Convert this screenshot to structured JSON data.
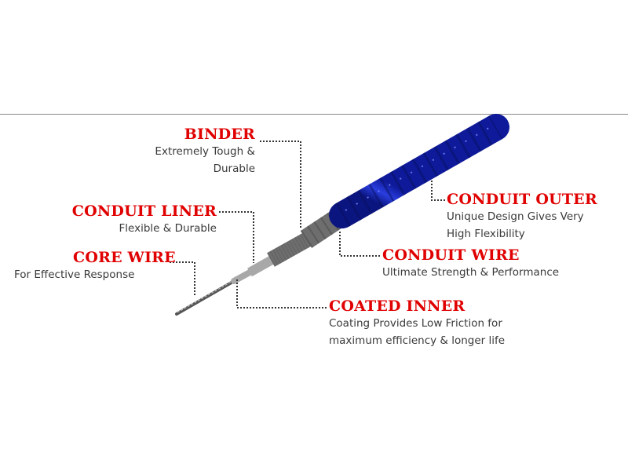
{
  "labels": {
    "binder": {
      "title": "BINDER",
      "desc_1": "Extremely Tough &",
      "desc_2": "Durable"
    },
    "conduit_liner": {
      "title": "CONDUIT LINER",
      "desc": "Flexible & Durable"
    },
    "core_wire": {
      "title": "CORE WIRE",
      "desc": "For Effective Response"
    },
    "conduit_outer": {
      "title": "CONDUIT OUTER",
      "desc_1": "Unique Design Gives Very",
      "desc_2": "High Flexibility"
    },
    "conduit_wire": {
      "title": "CONDUIT WIRE",
      "desc": "Ultimate Strength & Performance"
    },
    "coated_inner": {
      "title": "COATED INNER",
      "desc_1": "Coating Provides Low Friction for",
      "desc_2": "maximum efficiency & longer life"
    }
  },
  "colors": {
    "title_red": "#e00000",
    "text_gray": "#3a3a3a",
    "outer_blue": "#1f2fc8",
    "wire_gray": "#9a9a9a",
    "leader_dots": "#333333"
  }
}
